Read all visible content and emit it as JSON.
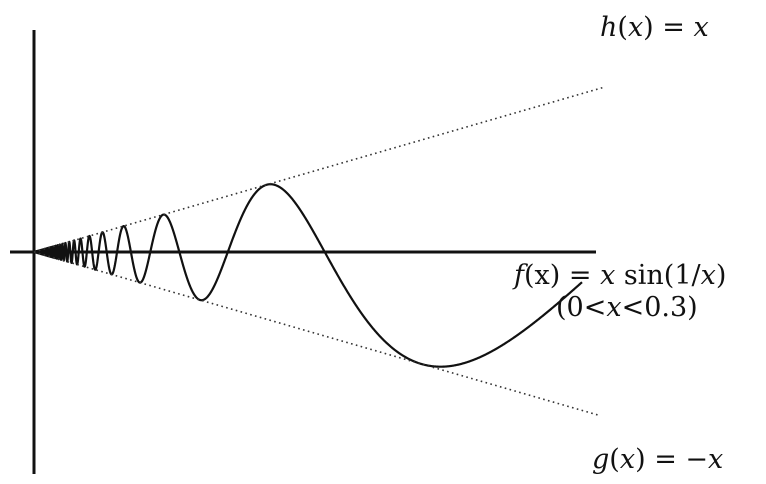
{
  "chart_data": {
    "type": "line",
    "title": "",
    "xlabel": "",
    "ylabel": "",
    "xlim": [
      0,
      0.3
    ],
    "ylim": [
      -0.3,
      0.3
    ],
    "grid": false,
    "series": [
      {
        "name": "f (x) = x sin(1/x)",
        "function": "x*sin(1/x)",
        "domain": [
          0,
          0.3
        ],
        "style": "solid",
        "color": "#111111"
      },
      {
        "name": "h(x) = x",
        "function": "x",
        "domain": [
          0,
          0.3
        ],
        "style": "dotted",
        "color": "#333333"
      },
      {
        "name": "g(x) = −x",
        "function": "-x",
        "domain": [
          0,
          0.3
        ],
        "style": "dotted",
        "color": "#333333"
      }
    ],
    "annotations": {
      "f_label": {
        "name": "f",
        "arg": "(x)",
        "eq": " = ",
        "var": "x",
        "func": " sin(1/",
        "var2": "x",
        "close": ")"
      },
      "f_domain": {
        "open": "(0<",
        "var": "x",
        "close": "<0.3)"
      },
      "h_label": {
        "name": "h",
        "arg_open": "(",
        "var": "x",
        "arg_close": ")",
        "eq": " = ",
        "rhs": "x"
      },
      "g_label": {
        "name": "g",
        "arg_open": "(",
        "var": "x",
        "arg_close": ")",
        "eq": " = −",
        "rhs": "x"
      }
    }
  }
}
